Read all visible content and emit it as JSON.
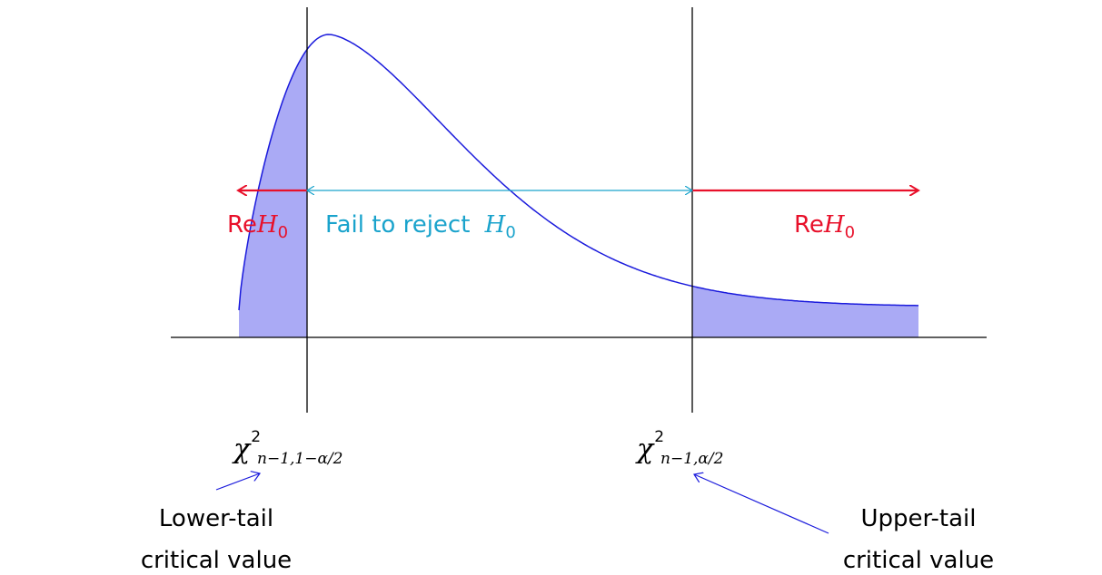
{
  "colors": {
    "curve": "#1a1adc",
    "shade": "#aaaaf5",
    "reject": "#e8102a",
    "fail": "#1aa3cc",
    "axis": "#000000"
  },
  "labels": {
    "reject_left_prefix": "Re",
    "reject_left_var": "H",
    "reject_left_sub": "0",
    "reject_right_prefix": "Re",
    "reject_right_var": "H",
    "reject_right_sub": "0",
    "fail_text": "Fail to reject ",
    "fail_var": "H",
    "fail_sub": "0",
    "lower_symbol": "χ",
    "lower_sup": "2",
    "lower_sub": "n−1,1−α/2",
    "upper_symbol": "χ",
    "upper_sup": "2",
    "upper_sub": "n−1,α/2",
    "lower_note_line1": "Lower-tail",
    "lower_note_line2": "critical value",
    "upper_note_line1": "Upper-tail",
    "upper_note_line2": "critical value"
  }
}
